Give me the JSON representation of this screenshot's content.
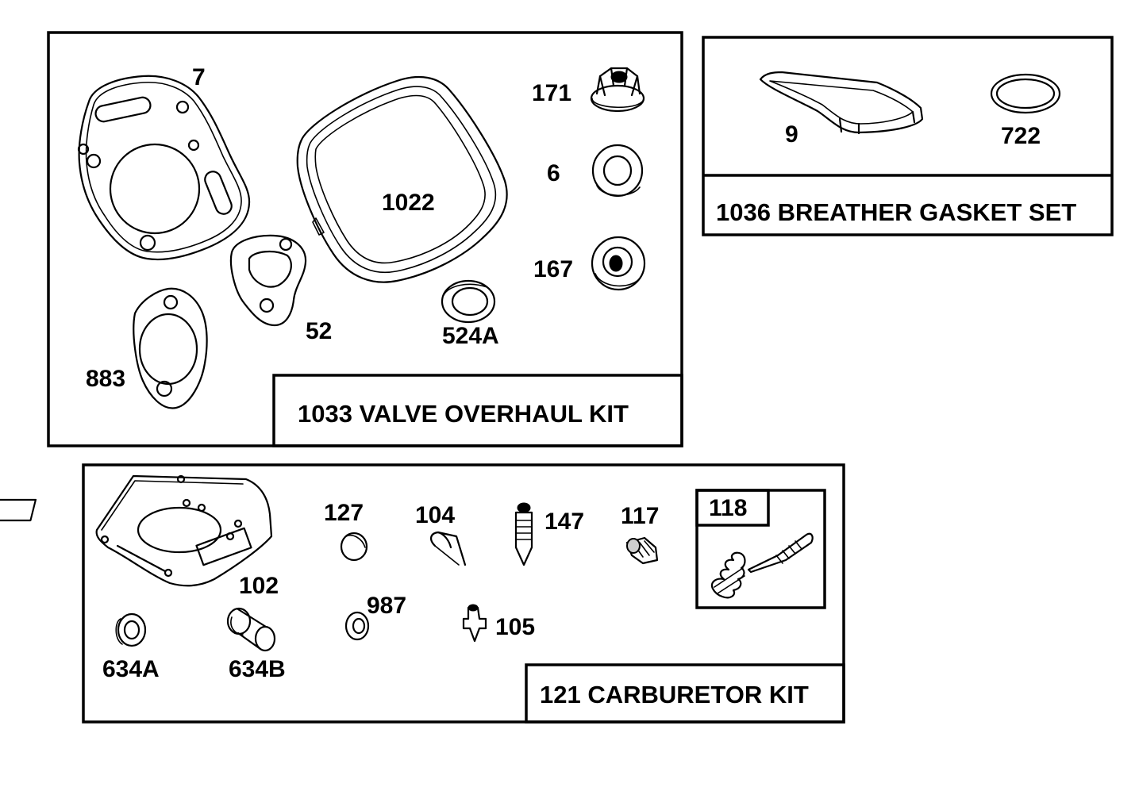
{
  "kits": {
    "valve_overhaul": {
      "title": "1033 VALVE OVERHAUL KIT",
      "parts": {
        "p7": "7",
        "p1022": "1022",
        "p171": "171",
        "p6": "6",
        "p167": "167",
        "p52": "52",
        "p524a": "524A",
        "p883": "883"
      }
    },
    "breather_gasket": {
      "title": "1036 BREATHER GASKET SET",
      "parts": {
        "p9": "9",
        "p722": "722"
      }
    },
    "carburetor": {
      "title": "121 CARBURETOR KIT",
      "parts": {
        "p102": "102",
        "p127": "127",
        "p104": "104",
        "p147": "147",
        "p117": "117",
        "p118": "118",
        "p987": "987",
        "p105": "105",
        "p634a": "634A",
        "p634b": "634B"
      }
    }
  },
  "icons": {
    "head_gasket": "head-gasket-icon",
    "valve_cover_gasket": "valve-cover-gasket-icon",
    "nut": "flange-nut-icon",
    "seal": "seal-ring-icon",
    "grommet": "grommet-icon",
    "exhaust_gasket": "exhaust-gasket-icon",
    "oil_seal": "oil-seal-icon",
    "intake_gasket": "intake-gasket-icon",
    "breather_gasket": "breather-gasket-icon",
    "o_ring": "o-ring-icon",
    "carb_gasket": "carburetor-gasket-icon",
    "welch_plug": "welch-plug-icon",
    "pin": "hinge-pin-icon",
    "needle": "inlet-needle-icon",
    "screw": "adjust-screw-icon",
    "mixture_screw": "mixture-screw-spring-icon",
    "washer": "washer-icon",
    "seat": "needle-seat-icon",
    "bushing": "bushing-icon"
  },
  "colors": {
    "ink": "#000000",
    "paper": "#ffffff"
  }
}
